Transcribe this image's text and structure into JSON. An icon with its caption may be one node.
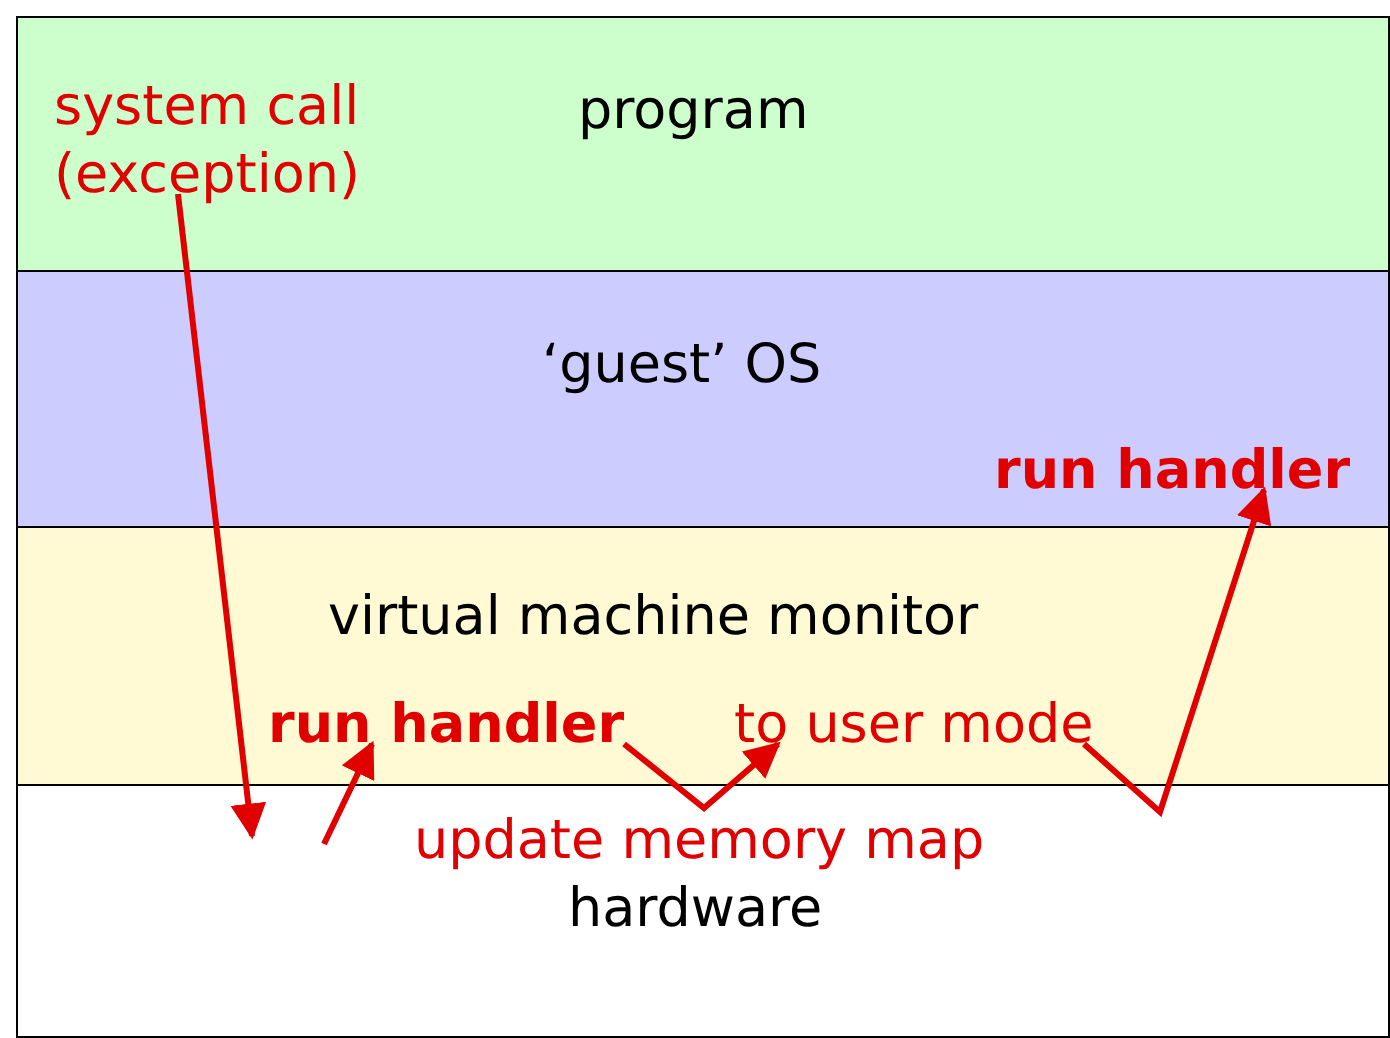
{
  "diagram": {
    "nodes": [
      {
        "text": [
          "program"
        ]
      },
      {
        "text": [
          "system call (exception)"
        ],
        "in": 0
      },
      {
        "text": [
          "‘guest’ OS"
        ]
      },
      {
        "text": [
          "run handler"
        ],
        "in": 2
      },
      {
        "text": [
          "virtual machine monitor"
        ]
      },
      {
        "text": [
          "run handler"
        ],
        "in": 4
      },
      {
        "text": [
          "to user mode"
        ],
        "in": 4
      },
      {
        "text": [
          "hardware"
        ]
      },
      {
        "text": [
          "update memory map"
        ],
        "in": 7
      }
    ],
    "edges": [
      {
        "from": 1,
        "to": 7,
        "arrow": "to"
      },
      {
        "from": null,
        "to": 5,
        "arrow": "to"
      },
      {
        "from": 5,
        "to": 6,
        "arrow": "to"
      },
      {
        "from": 6,
        "to": 3,
        "arrow": "to"
      }
    ]
  }
}
